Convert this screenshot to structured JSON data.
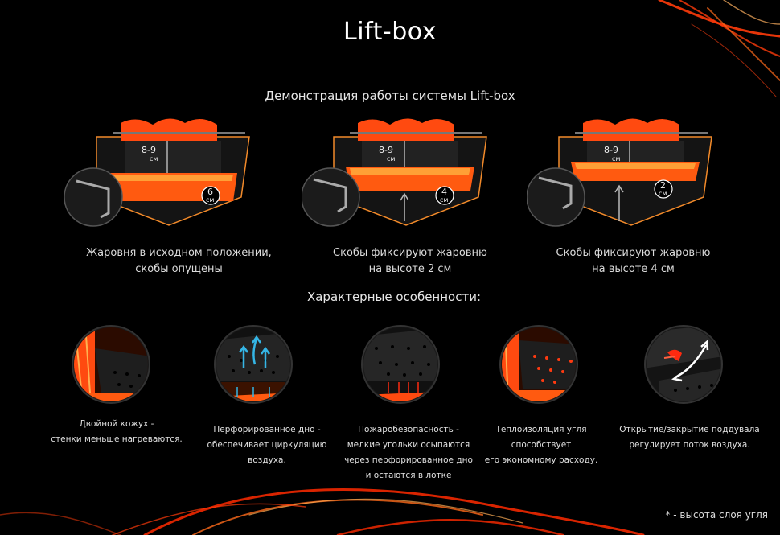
{
  "title": "Lift-box",
  "demo": {
    "heading": "Демонстрация работы системы Lift-box",
    "panels": [
      {
        "height_label": "8-9",
        "unit": "см",
        "coal": "6",
        "coal_unit": "см",
        "caption_l1": "Жаровня в исходном положении,",
        "caption_l2": "скобы опущены"
      },
      {
        "height_label": "8-9",
        "unit": "см",
        "coal": "4",
        "coal_unit": "см",
        "caption_l1": "Скобы фиксируют жаровню",
        "caption_l2": "на высоте 2 см"
      },
      {
        "height_label": "8-9",
        "unit": "см",
        "coal": "2",
        "coal_unit": "см",
        "caption_l1": "Скобы фиксируют жаровню",
        "caption_l2": "на высоте 4 см"
      }
    ]
  },
  "features": {
    "heading": "Характерные особенности:",
    "items": [
      {
        "l1": "Двойной кожух -",
        "l2": "стенки меньше нагреваются.",
        "l3": "",
        "l4": ""
      },
      {
        "l1": "Перфорированное дно -",
        "l2": "обеспечивает циркуляцию воздуха.",
        "l3": "",
        "l4": ""
      },
      {
        "l1": "Пожаробезопасность -",
        "l2": "мелкие угольки осыпаются",
        "l3": "через перфорированное дно",
        "l4": "и остаются в лотке"
      },
      {
        "l1": "Теплоизоляция угля способствует",
        "l2": "его экономному расходу.",
        "l3": "",
        "l4": ""
      },
      {
        "l1": "Открытие/закрытие поддувала",
        "l2": "регулирует поток воздуха.",
        "l3": "",
        "l4": ""
      }
    ]
  },
  "footnote": "* - высота слоя угля",
  "colors": {
    "background": "#000000",
    "ember": "#ff4a10",
    "glow": "#ff8a1a",
    "metal": "#2a2a2a",
    "air_arrow": "#35b6e6"
  }
}
